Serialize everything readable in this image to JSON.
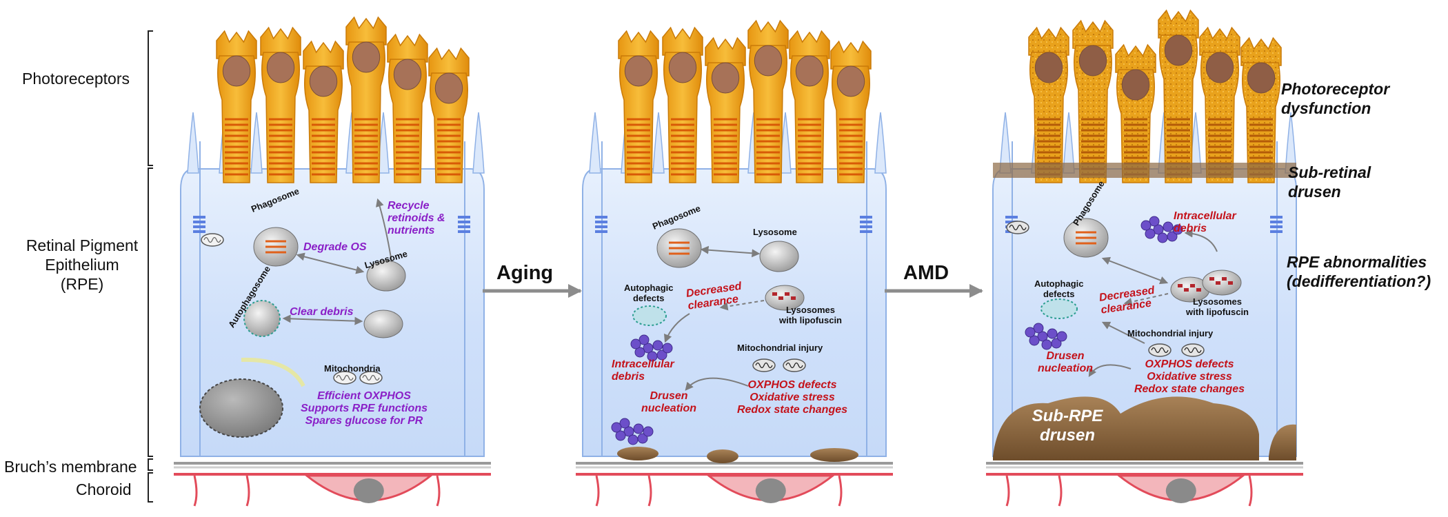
{
  "left_labels": {
    "photoreceptors": "Photoreceptors",
    "rpe_line1": "Retinal Pigment",
    "rpe_line2": "Epithelium",
    "rpe_line3": "(RPE)",
    "bruchs": "Bruch’s membrane",
    "choroid": "Choroid"
  },
  "arrows": {
    "aging": "Aging",
    "amd": "AMD"
  },
  "panel_healthy": {
    "phagosome": "Phagosome",
    "degrade_os": "Degrade OS",
    "lysosome": "Lysosome",
    "recycle_1": "Recycle",
    "recycle_2": "retinoids &",
    "recycle_3": "nutrients",
    "autophagosome": "Autophagosome",
    "clear_debris": "Clear debris",
    "mitochondria": "Mitochondria",
    "oxphos_1": "Efficient OXPHOS",
    "oxphos_2": "Supports RPE functions",
    "oxphos_3": "Spares glucose for PR"
  },
  "panel_aging": {
    "phagosome": "Phagosome",
    "lysosome": "Lysosome",
    "autophagic_1": "Autophagic",
    "autophagic_2": "defects",
    "decreased_1": "Decreased",
    "decreased_2": "clearance",
    "lyso_lipo_1": "Lysosomes",
    "lyso_lipo_2": "with lipofuscin",
    "mito_injury": "Mitochondrial injury",
    "intracellular_1": "Intracellular",
    "intracellular_2": "debris",
    "drusen_nuc_1": "Drusen",
    "drusen_nuc_2": "nucleation",
    "stress_1": "OXPHOS defects",
    "stress_2": "Oxidative stress",
    "stress_3": "Redox state changes"
  },
  "panel_amd": {
    "phagosome": "Phagosome",
    "intracellular_1": "Intracellular",
    "intracellular_2": "debris",
    "autophagic_1": "Autophagic",
    "autophagic_2": "defects",
    "decreased_1": "Decreased",
    "decreased_2": "clearance",
    "lyso_lipo_1": "Lysosomes",
    "lyso_lipo_2": "with lipofuscin",
    "mito_injury": "Mitochondrial injury",
    "drusen_nuc_1": "Drusen",
    "drusen_nuc_2": "nucleation",
    "stress_1": "OXPHOS defects",
    "stress_2": "Oxidative stress",
    "stress_3": "Redox state changes",
    "sub_rpe_1": "Sub-RPE",
    "sub_rpe_2": "drusen"
  },
  "right_notes": {
    "pr_dys_1": "Photoreceptor",
    "pr_dys_2": "dysfunction",
    "subret_1": "Sub-retinal",
    "subret_2": "drusen",
    "rpe_ab_1": "RPE abnormalities",
    "rpe_ab_2": "(dedifferentiation?)"
  },
  "colors": {
    "cell_fill": "#d7e6fb",
    "cell_edge": "#8fb1e6",
    "photoreceptor": "#f2a81d",
    "photoreceptor_dark": "#c97a08",
    "nucleus": "#a77258",
    "drusen": "#8f6a3f",
    "choroid_vessel": "#e24b5a",
    "purple_text": "#8a1fc7",
    "red_text": "#c4121a",
    "debris": "#6c4fc9"
  }
}
